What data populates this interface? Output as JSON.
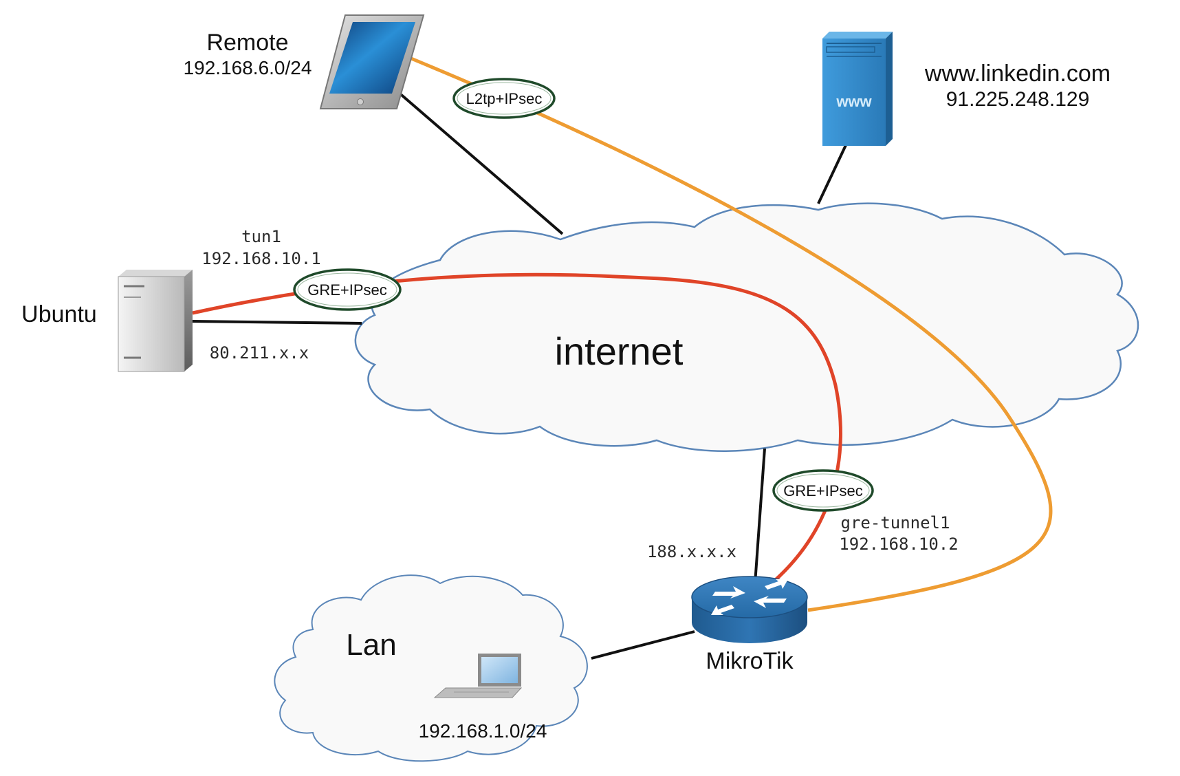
{
  "colors": {
    "cloud_stroke": "#5b86b8",
    "gre_tunnel": "#e04428",
    "l2tp_tunnel": "#ee9c32",
    "physical_link": "#111111",
    "router_blue": "#2f6fa8",
    "server_blue": "#3d8fcf"
  },
  "nodes": {
    "remote": {
      "name": "Remote",
      "subnet": "192.168.6.0/24",
      "icon": "tablet-icon"
    },
    "web": {
      "name": "www.linkedin.com",
      "ip": "91.225.248.129",
      "icon": "web-server-icon",
      "icon_text": "www"
    },
    "ubuntu": {
      "name": "Ubuntu",
      "iface": "tun1",
      "iface_ip": "192.168.10.1",
      "public_ip": "80.211.x.x",
      "icon": "server-tower-icon"
    },
    "internet": {
      "name": "internet",
      "icon": "cloud-icon"
    },
    "mikrotik": {
      "name": "MikroTik",
      "iface": "gre-tunnel1",
      "iface_ip": "192.168.10.2",
      "public_ip": "188.x.x.x",
      "icon": "router-icon"
    },
    "lan": {
      "name": "Lan",
      "subnet": "192.168.1.0/24",
      "icon": "laptop-icon"
    }
  },
  "tunnels": {
    "l2tp": "L2tp+IPsec",
    "gre_top": "GRE+IPsec",
    "gre_bottom": "GRE+IPsec"
  }
}
